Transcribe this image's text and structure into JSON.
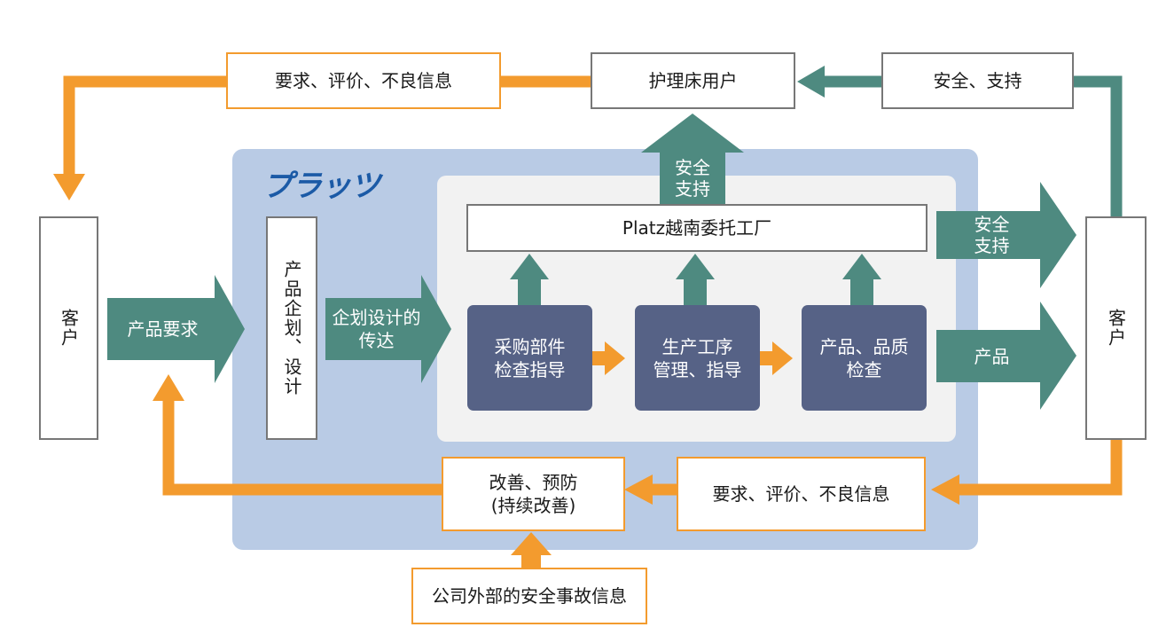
{
  "logo_text": "プラッツ",
  "nodes": {
    "user": "护理床用户",
    "top_left_feedback": "要求、评价、不良信息",
    "top_right_safety": "安全、支持",
    "customer_left": "客户",
    "customer_right": "客户",
    "product_request": "产品要求",
    "planning_design": "产品企划、设计",
    "design_handover": "企划设计的\n传达",
    "factory": "Platz越南委托工厂",
    "up_safety": "安全\n支持",
    "right_safety": "安全\n支持",
    "right_product": "产品",
    "step1": "采购部件\n检查指导",
    "step2": "生产工序\n管理、指导",
    "step3": "产品、品质\n检查",
    "improve": "改善、预防\n(持续改善)",
    "bottom_feedback": "要求、评价、不良信息",
    "external_info": "公司外部的安全事故信息"
  },
  "colors": {
    "orange": "#f39b2e",
    "teal": "#4e8a80",
    "navy": "#566286",
    "light_blue": "#b9cbe5",
    "light_gray": "#f2f2f2",
    "box_border": "#777777",
    "logo_blue": "#1b5aa6"
  }
}
